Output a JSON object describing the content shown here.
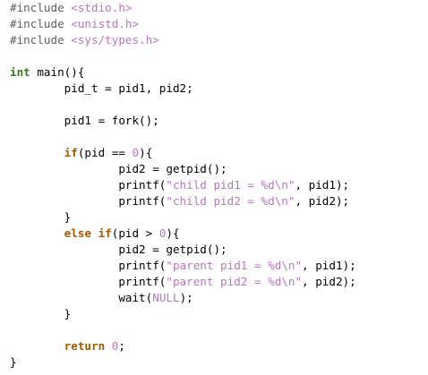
{
  "editor": {
    "background": "#ffffff",
    "colors": {
      "preprocessor": "#5d5d5d",
      "header": "#b579b8",
      "type": "#3c7a23",
      "keyword": "#a05a00",
      "number": "#b579b8",
      "string": "#b579b8",
      "constant": "#b579b8",
      "plain": "#000000"
    },
    "lines": [
      [
        {
          "t": "preproc",
          "v": "#include "
        },
        {
          "t": "header",
          "v": "<stdio.h>"
        }
      ],
      [
        {
          "t": "preproc",
          "v": "#include "
        },
        {
          "t": "header",
          "v": "<unistd.h>"
        }
      ],
      [
        {
          "t": "preproc",
          "v": "#include "
        },
        {
          "t": "header",
          "v": "<sys/types.h>"
        }
      ],
      [],
      [
        {
          "t": "type",
          "v": "int"
        },
        {
          "t": "plain",
          "v": " main(){"
        }
      ],
      [
        {
          "t": "plain",
          "v": "        pid_t = pid1, pid2;"
        }
      ],
      [],
      [
        {
          "t": "plain",
          "v": "        pid1 = fork();"
        }
      ],
      [],
      [
        {
          "t": "plain",
          "v": "        "
        },
        {
          "t": "keyword",
          "v": "if"
        },
        {
          "t": "plain",
          "v": "(pid == "
        },
        {
          "t": "number",
          "v": "0"
        },
        {
          "t": "plain",
          "v": "){"
        }
      ],
      [
        {
          "t": "plain",
          "v": "                pid2 = getpid();"
        }
      ],
      [
        {
          "t": "plain",
          "v": "                printf("
        },
        {
          "t": "string",
          "v": "\"child pid1 = %d\\n\""
        },
        {
          "t": "plain",
          "v": ", pid1);"
        }
      ],
      [
        {
          "t": "plain",
          "v": "                printf("
        },
        {
          "t": "string",
          "v": "\"child pid2 = %d\\n\""
        },
        {
          "t": "plain",
          "v": ", pid2);"
        }
      ],
      [
        {
          "t": "plain",
          "v": "        }"
        }
      ],
      [
        {
          "t": "plain",
          "v": "        "
        },
        {
          "t": "keyword",
          "v": "else if"
        },
        {
          "t": "plain",
          "v": "(pid > "
        },
        {
          "t": "number",
          "v": "0"
        },
        {
          "t": "plain",
          "v": "){"
        }
      ],
      [
        {
          "t": "plain",
          "v": "                pid2 = getpid();"
        }
      ],
      [
        {
          "t": "plain",
          "v": "                printf("
        },
        {
          "t": "string",
          "v": "\"parent pid1 = %d\\n\""
        },
        {
          "t": "plain",
          "v": ", pid1);"
        }
      ],
      [
        {
          "t": "plain",
          "v": "                printf("
        },
        {
          "t": "string",
          "v": "\"parent pid2 = %d\\n\""
        },
        {
          "t": "plain",
          "v": ", pid2);"
        }
      ],
      [
        {
          "t": "plain",
          "v": "                wait("
        },
        {
          "t": "const",
          "v": "NULL"
        },
        {
          "t": "plain",
          "v": ");"
        }
      ],
      [
        {
          "t": "plain",
          "v": "        }"
        }
      ],
      [],
      [
        {
          "t": "plain",
          "v": "        "
        },
        {
          "t": "keyword",
          "v": "return"
        },
        {
          "t": "plain",
          "v": " "
        },
        {
          "t": "number",
          "v": "0"
        },
        {
          "t": "plain",
          "v": ";"
        }
      ],
      [
        {
          "t": "plain",
          "v": "}"
        }
      ]
    ]
  }
}
